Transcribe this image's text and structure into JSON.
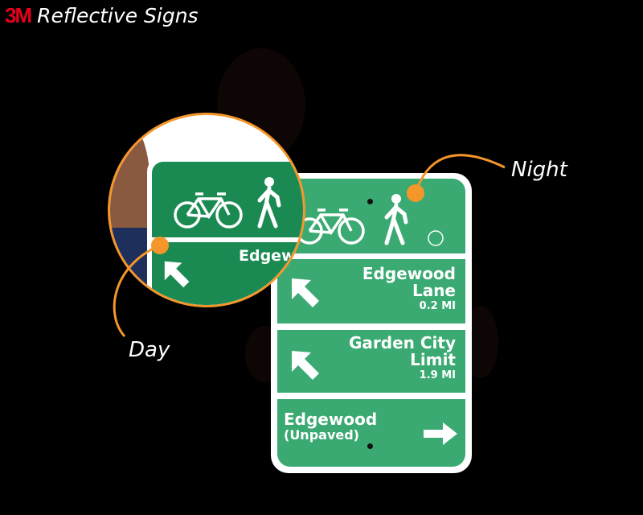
{
  "header": {
    "logo": "3M",
    "title": "Reflective Signs"
  },
  "callouts": {
    "night": "Night",
    "day": "Day",
    "accent": "#f5962b"
  },
  "sign": {
    "green": "#3aaa72",
    "icons": [
      "bicycle-icon",
      "pedestrian-icon"
    ],
    "panels": [
      {
        "line1": "Edgewood",
        "line2": "Lane",
        "distance": "0.2 MI",
        "arrow": "up-left"
      },
      {
        "line1": "Garden City",
        "line2": "Limit",
        "distance": "1.9 MI",
        "arrow": "up-left"
      },
      {
        "line1": "Edgewood",
        "line2": "(Unpaved)",
        "arrow": "right"
      }
    ]
  },
  "inset": {
    "text": "Edgew",
    "green": "#1b8a52"
  }
}
